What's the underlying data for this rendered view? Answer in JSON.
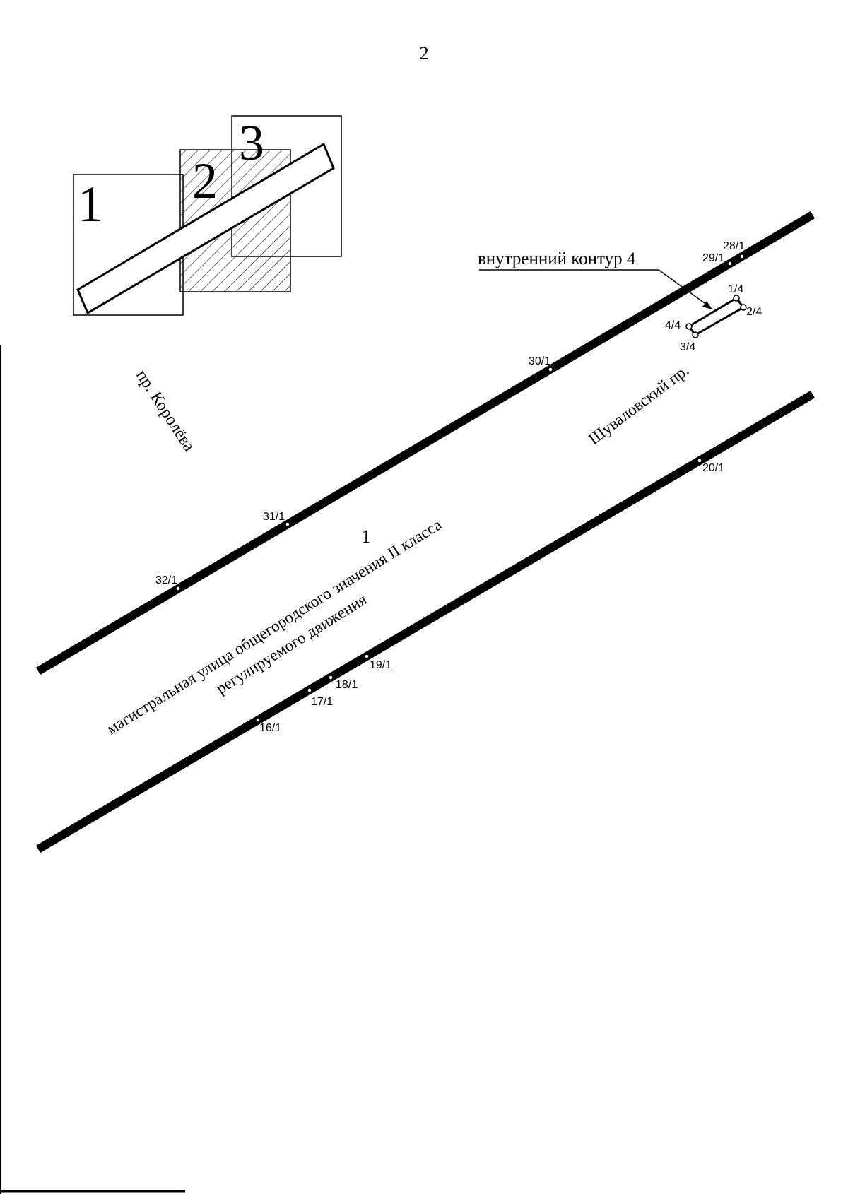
{
  "page_number": "2",
  "colors": {
    "line": "#000000",
    "background": "#ffffff",
    "hatch": "#000000"
  },
  "index_map": {
    "sheet_labels": [
      "1",
      "2",
      "3"
    ]
  },
  "inner_contour": {
    "label": "внутренний контур 4",
    "points": [
      "1/4",
      "2/4",
      "3/4",
      "4/4"
    ]
  },
  "streets": {
    "korolev": "пр. Королёва",
    "shuvalovsky": "Шуваловский пр.",
    "main_line1": "магистральная улица общегородского значения II класса",
    "main_line2": "регулируемого движения"
  },
  "contour_number": "1",
  "boundary_points": {
    "upper": [
      "28/1",
      "29/1",
      "30/1",
      "31/1",
      "32/1"
    ],
    "lower": [
      "16/1",
      "17/1",
      "18/1",
      "19/1",
      "20/1"
    ]
  }
}
